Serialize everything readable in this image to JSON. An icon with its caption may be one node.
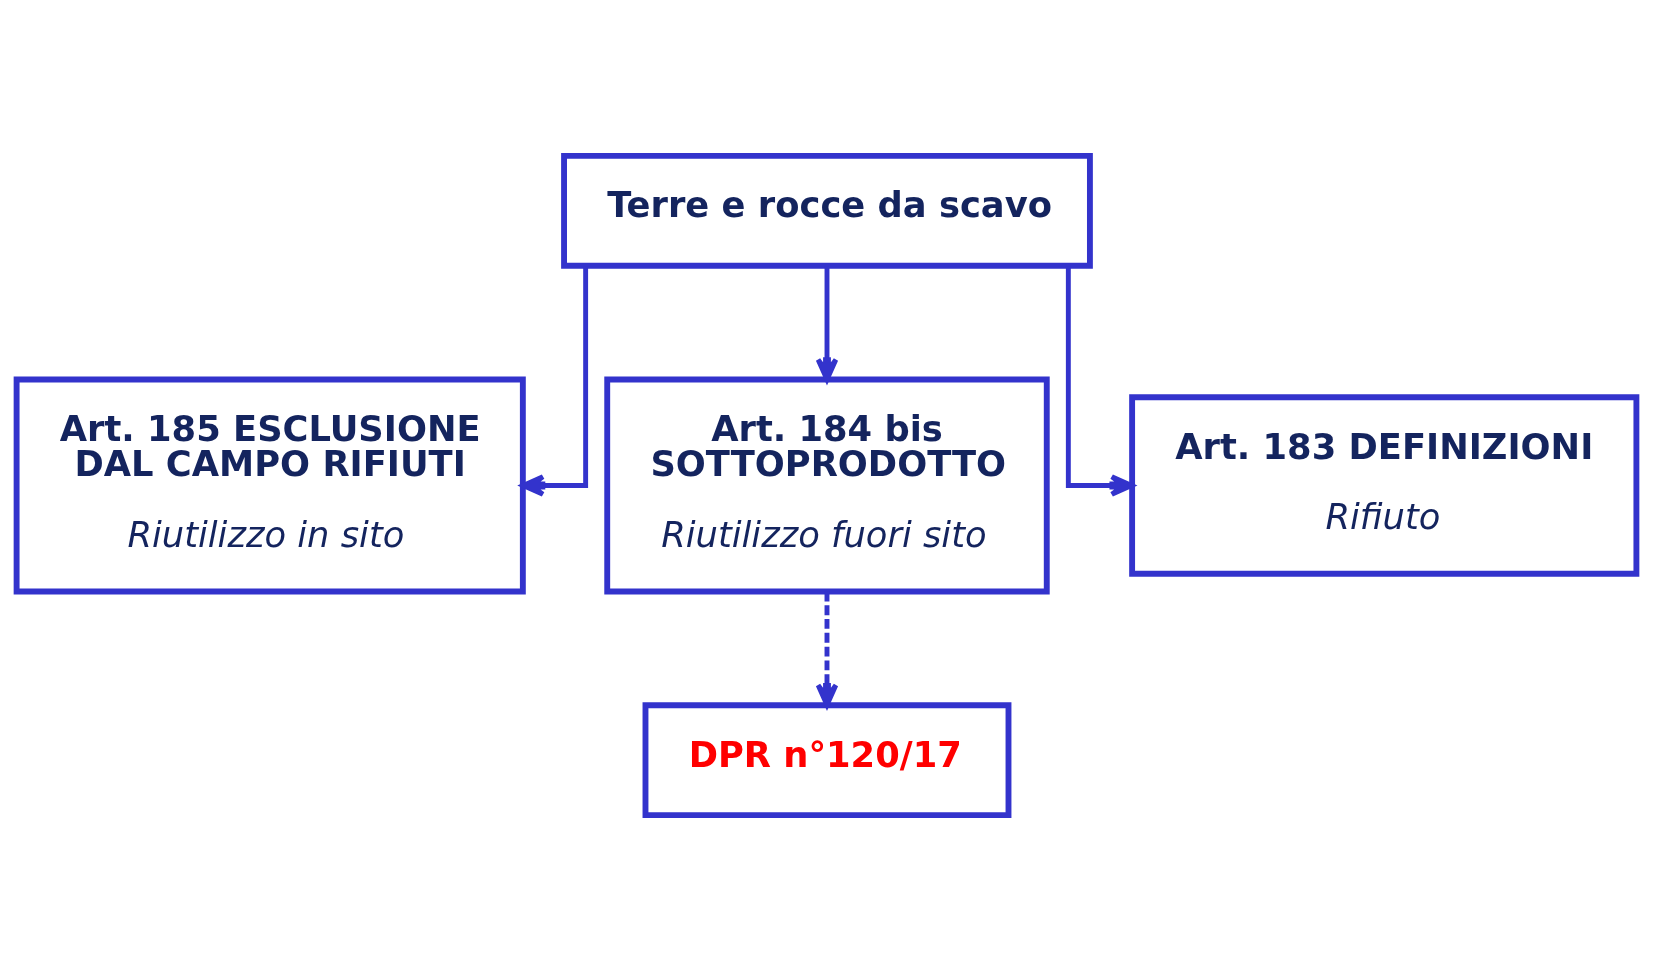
{
  "diagram": {
    "nodes": [
      {
        "text": [
          "Terre e rocce da scavo"
        ]
      },
      {
        "text": [
          "Art. 185 ESCLUSIONE DAL CAMPO RIFIUTI",
          "Riutilizzo in sito"
        ]
      },
      {
        "text": [
          "Art. 184 bis SOTTOPRODOTTO",
          "Riutilizzo fuori sito"
        ]
      },
      {
        "text": [
          "Art. 183 DEFINIZIONI",
          "Rifiuto"
        ]
      },
      {
        "text": [
          "DPR n°120/17"
        ]
      }
    ],
    "edges": [
      {
        "from": 0,
        "to": 1,
        "arrow": "to"
      },
      {
        "from": 0,
        "to": 2,
        "arrow": "to"
      },
      {
        "from": 0,
        "to": 3,
        "arrow": "to"
      },
      {
        "from": 2,
        "to": 4,
        "arrow": "to",
        "style": "dashed"
      }
    ]
  }
}
